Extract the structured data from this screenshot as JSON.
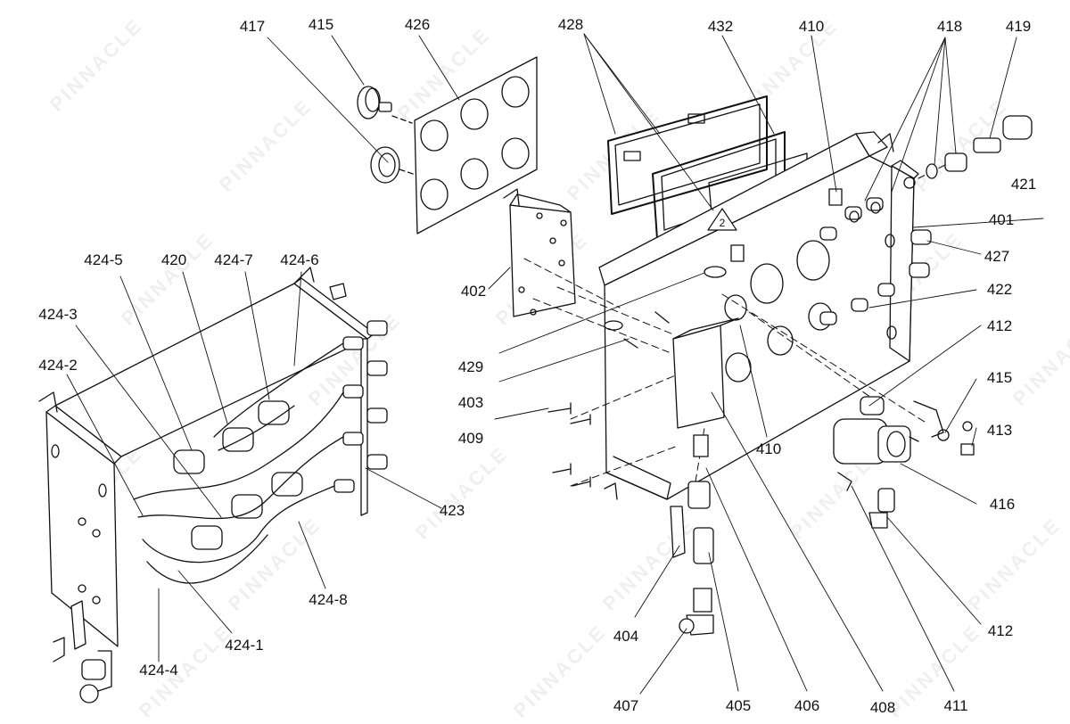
{
  "watermark": {
    "text": "PINNACLE",
    "color": "#000000"
  },
  "triangle_note": "2",
  "callouts": [
    {
      "id": "417",
      "text": "417"
    },
    {
      "id": "415a",
      "text": "415"
    },
    {
      "id": "426",
      "text": "426"
    },
    {
      "id": "428",
      "text": "428"
    },
    {
      "id": "432",
      "text": "432"
    },
    {
      "id": "410a",
      "text": "410"
    },
    {
      "id": "418",
      "text": "418"
    },
    {
      "id": "419",
      "text": "419"
    },
    {
      "id": "421",
      "text": "421"
    },
    {
      "id": "401",
      "text": "401"
    },
    {
      "id": "427",
      "text": "427"
    },
    {
      "id": "422",
      "text": "422"
    },
    {
      "id": "412a",
      "text": "412"
    },
    {
      "id": "415b",
      "text": "415"
    },
    {
      "id": "413",
      "text": "413"
    },
    {
      "id": "416",
      "text": "416"
    },
    {
      "id": "412b",
      "text": "412"
    },
    {
      "id": "411",
      "text": "411"
    },
    {
      "id": "408",
      "text": "408"
    },
    {
      "id": "406",
      "text": "406"
    },
    {
      "id": "405",
      "text": "405"
    },
    {
      "id": "407",
      "text": "407"
    },
    {
      "id": "404",
      "text": "404"
    },
    {
      "id": "410b",
      "text": "410"
    },
    {
      "id": "409",
      "text": "409"
    },
    {
      "id": "403",
      "text": "403"
    },
    {
      "id": "429",
      "text": "429"
    },
    {
      "id": "402",
      "text": "402"
    },
    {
      "id": "424-5",
      "text": "424-5"
    },
    {
      "id": "420",
      "text": "420"
    },
    {
      "id": "424-7",
      "text": "424-7"
    },
    {
      "id": "424-6",
      "text": "424-6"
    },
    {
      "id": "424-3",
      "text": "424-3"
    },
    {
      "id": "424-2",
      "text": "424-2"
    },
    {
      "id": "423",
      "text": "423"
    },
    {
      "id": "424-8",
      "text": "424-8"
    },
    {
      "id": "424-1",
      "text": "424-1"
    },
    {
      "id": "424-4",
      "text": "424-4"
    }
  ]
}
